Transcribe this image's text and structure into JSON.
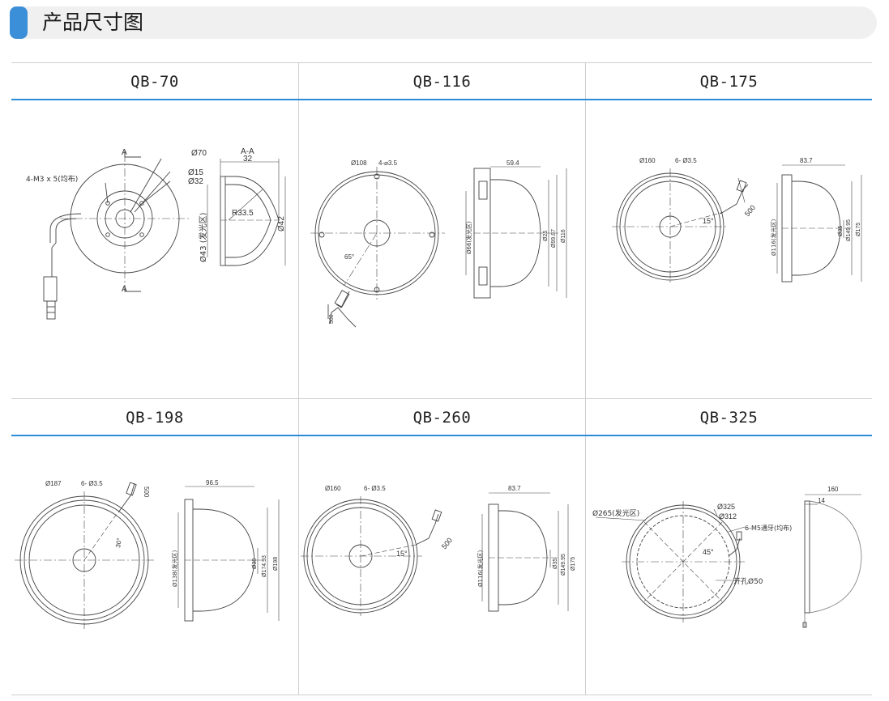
{
  "header": {
    "title": "产品尺寸图"
  },
  "models": [
    {
      "name": "QB-70",
      "labels": {
        "section_mark": "A",
        "section_title": "A-A",
        "depth": "32",
        "outer_dia": "Ø70",
        "inner_dia": "Ø15",
        "mid_dia": "Ø32",
        "holes": "4-M3 x 5(均布)",
        "emit_dia": "Ø43 (发光区)",
        "radius": "R33.5",
        "height": "Ø42"
      }
    },
    {
      "name": "QB-116",
      "labels": {
        "outer_dia": "Ø108",
        "holes": "4-⌀3.5",
        "depth": "59.4",
        "angle": "65°",
        "emit_dia": "Ø66(发光区)",
        "hole_dia": "Ø25",
        "inner_dia": "Ø99.87",
        "total_dia": "Ø116",
        "cable": "500"
      }
    },
    {
      "name": "QB-175",
      "labels": {
        "outer_dia": "Ø160",
        "holes": "6- Ø3.5",
        "depth": "83.7",
        "angle": "15°",
        "cable": "500",
        "emit_dia": "Ø116(发光区)",
        "hole_dia": "Ø35",
        "inner_dia": "Ø149.95",
        "total_dia": "Ø175"
      }
    },
    {
      "name": "QB-198",
      "labels": {
        "outer_dia": "Ø187",
        "holes": "6- Ø3.5",
        "depth": "96.5",
        "angle": "30°",
        "cable": "500",
        "emit_dia": "Ø138(发光区)",
        "hole_dia": "Ø30",
        "inner_dia": "Ø174.93",
        "total_dia": "Ø198"
      }
    },
    {
      "name": "QB-260",
      "labels": {
        "outer_dia": "Ø160",
        "holes": "6- Ø3.5",
        "depth": "83.7",
        "angle": "15°",
        "cable": "500",
        "emit_dia": "Ø116(发光区)",
        "hole_dia": "Ø35",
        "inner_dia": "Ø149.95",
        "total_dia": "Ø175"
      }
    },
    {
      "name": "QB-325",
      "labels": {
        "emit_dia": "Ø265(发光区)",
        "outer_dia": "Ø325",
        "mid_dia": "Ø312",
        "holes": "6-M5通牙(均布)",
        "angle": "45°",
        "hole": "开孔Ø50",
        "depth": "160",
        "flange": "14"
      }
    }
  ],
  "colors": {
    "accent": "#3a8fd8",
    "divider": "#2b8cd6"
  }
}
